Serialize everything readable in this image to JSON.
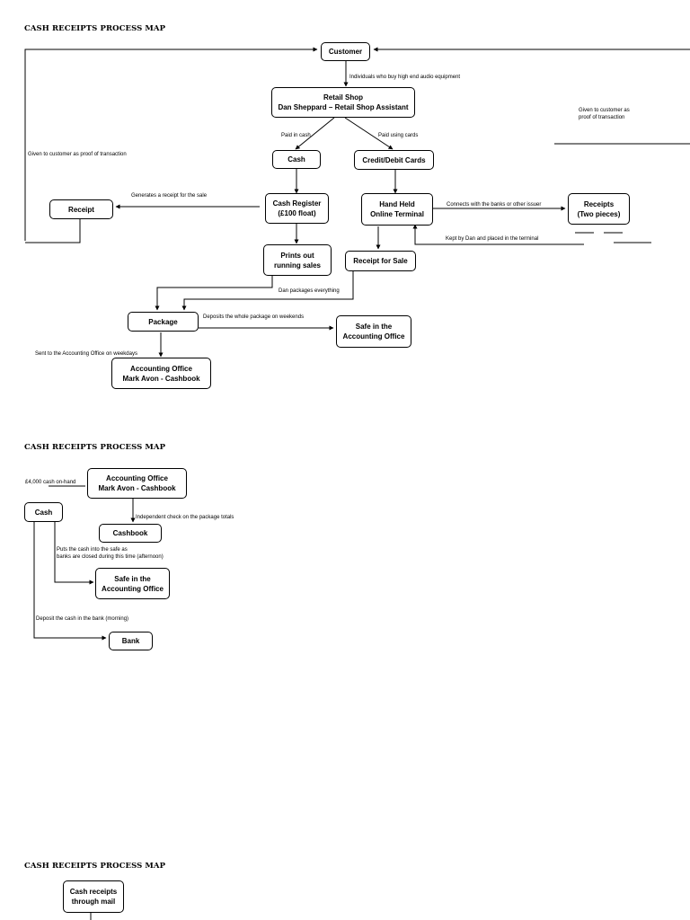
{
  "map1": {
    "title": "CASH RECEIPTS PROCESS MAP",
    "nodes": {
      "customer": "Customer",
      "retail_shop": [
        "Retail Shop",
        "Dan Sheppard – Retail Shop Assistant"
      ],
      "cash": "Cash",
      "credit_debit": "Credit/Debit Cards",
      "receipt": "Receipt",
      "cash_register": [
        "Cash Register",
        "(£100 float)"
      ],
      "hand_held": [
        "Hand Held",
        "Online Terminal"
      ],
      "receipts_two": [
        "Receipts",
        "(Two pieces)"
      ],
      "prints_out": [
        "Prints out",
        "running sales"
      ],
      "receipt_for_sale": "Receipt for Sale",
      "package": "Package",
      "safe": [
        "Safe in the",
        "Accounting Office"
      ],
      "accounting_office": [
        "Accounting Office",
        "Mark Avon - Cashbook"
      ]
    },
    "labels": {
      "individuals": "Individuals who buy high end audio equipment",
      "given_right": [
        "Given to customer as",
        "proof of transaction"
      ],
      "paid_cash": "Paid in cash",
      "paid_cards": "Paid using cards",
      "given_left": "Given to customer as proof of transaction",
      "generates": "Generates a receipt for the sale",
      "connects": "Connects with the banks or other issuer",
      "kept_by": "Kept by Dan and placed in the terminal",
      "dan_packages": "Dan packages everything",
      "deposits_weekends": "Deposits the whole package on weekends",
      "sent_to": "Sent to the Accounting Office on weekdays"
    }
  },
  "map2": {
    "title": "CASH RECEIPTS PROCESS MAP",
    "nodes": {
      "accounting_office": [
        "Accounting Office",
        "Mark Avon - Cashbook"
      ],
      "cash": "Cash",
      "cashbook": "Cashbook",
      "safe": [
        "Safe in the",
        "Accounting Office"
      ],
      "bank": "Bank"
    },
    "labels": {
      "cash_on_hand": "£4,000 cash on-hand",
      "independent_check": "Independent check on the package totals",
      "puts_cash": [
        "Puts the cash into the safe as",
        "banks are closed during this time (afternoon)"
      ],
      "deposit_bank": "Deposit the cash in the bank (morning)"
    }
  },
  "map3": {
    "title": "CASH RECEIPTS PROCESS MAP",
    "nodes": {
      "cash_mail": [
        "Cash receipts",
        "through mail"
      ]
    }
  }
}
